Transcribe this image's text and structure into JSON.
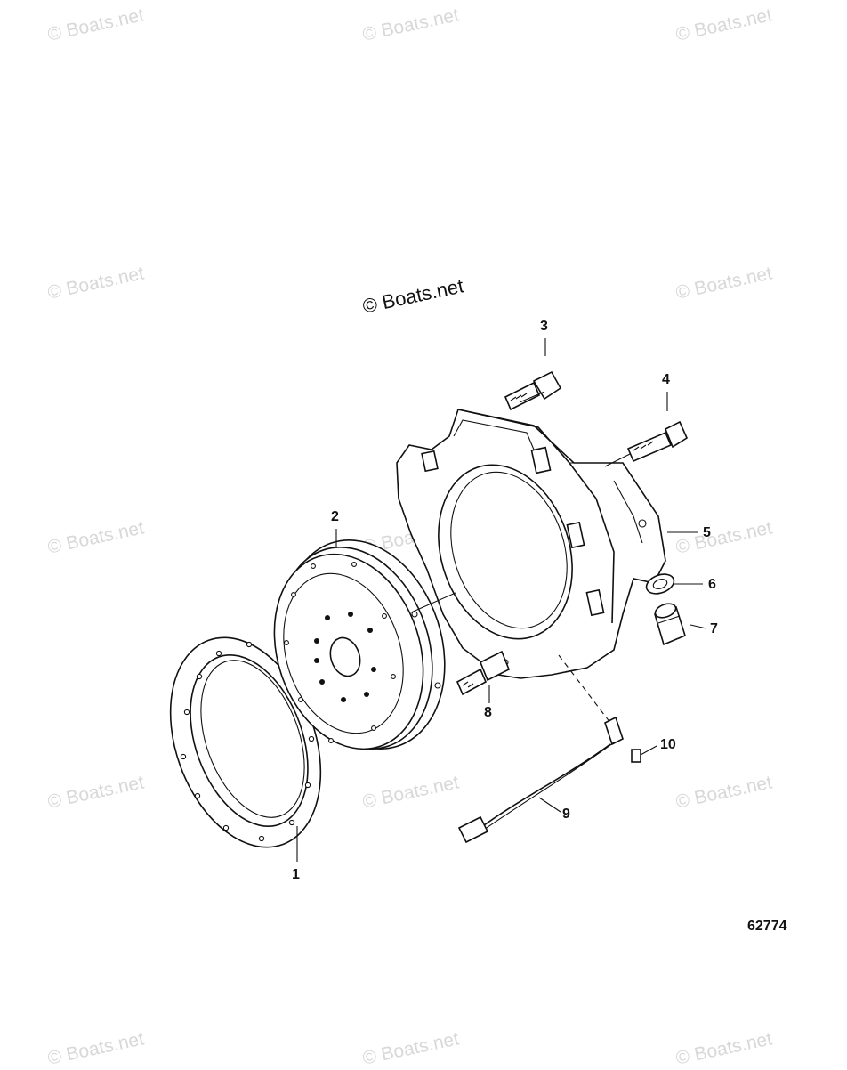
{
  "watermark": "© Boats.net",
  "diagram_number": "62774",
  "callouts": {
    "c1": "1",
    "c2": "2",
    "c3": "3",
    "c4": "4",
    "c5": "5",
    "c6": "6",
    "c7": "7",
    "c8": "8",
    "c9": "9",
    "c10": "10"
  }
}
